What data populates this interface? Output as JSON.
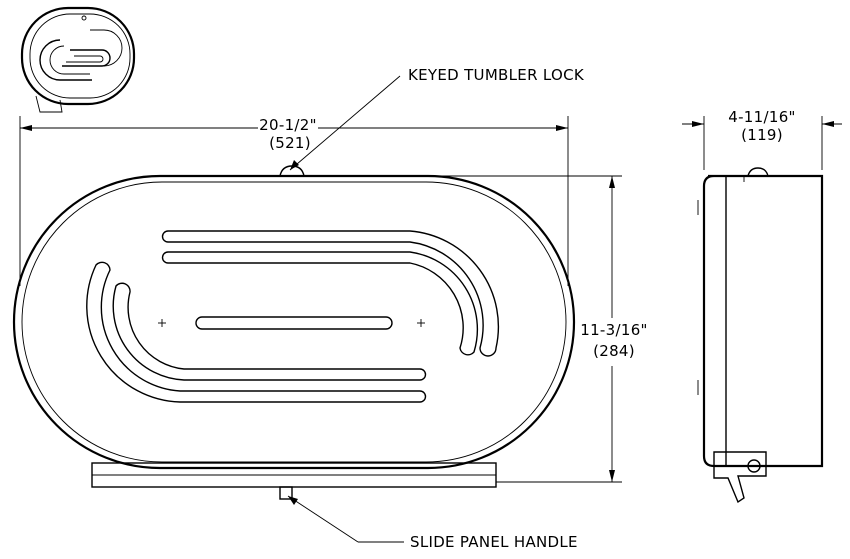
{
  "labels": {
    "keyed_tumbler_lock": "KEYED TUMBLER LOCK",
    "slide_panel_handle": "SLIDE PANEL HANDLE",
    "width_inches": "20-1/2\"",
    "width_mm": "(521)",
    "height_inches": "11-3/16\"",
    "height_mm": "(284)",
    "depth_inches": "4-11/16\"",
    "depth_mm": "(119)"
  }
}
